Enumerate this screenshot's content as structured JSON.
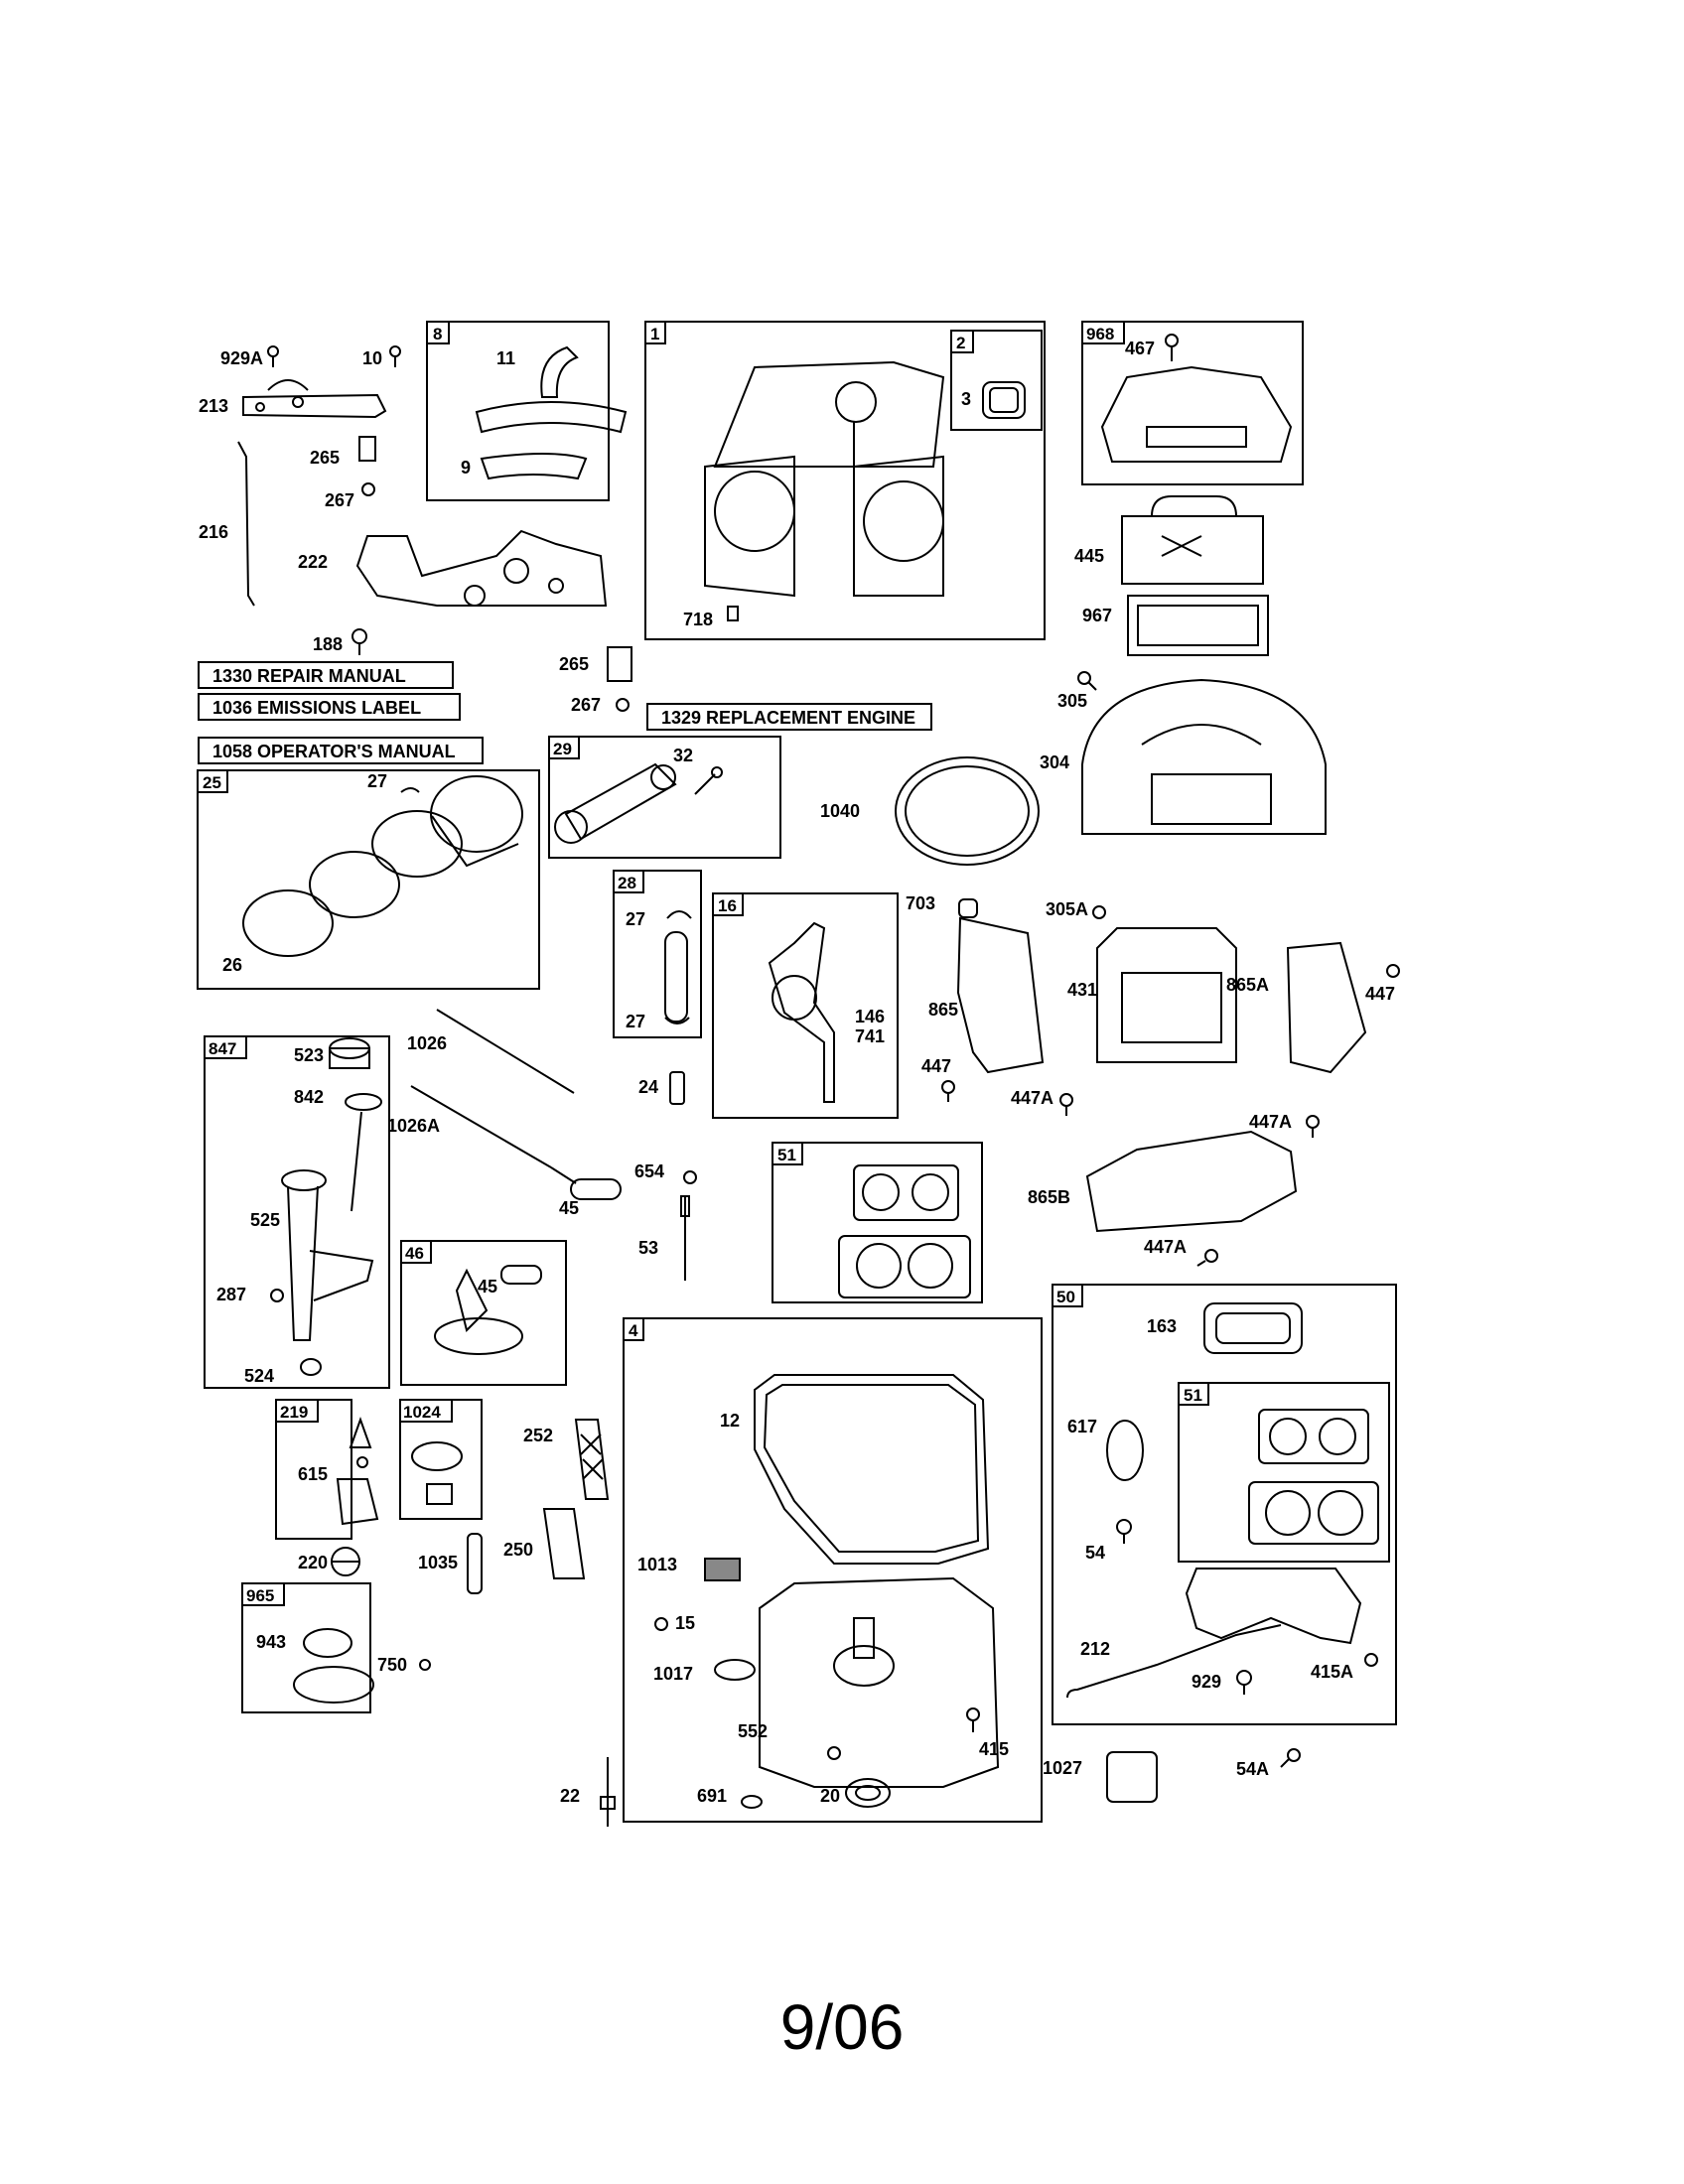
{
  "diagram": {
    "docs": {
      "repair_manual": "1330 REPAIR MANUAL",
      "emissions_label": "1036 EMISSIONS LABEL",
      "operators_manual": "1058 OPERATOR'S MANUAL",
      "replacement_engine": "1329 REPLACEMENT ENGINE"
    },
    "kits": [
      {
        "id": "k8",
        "num": "8"
      },
      {
        "id": "k1",
        "num": "1"
      },
      {
        "id": "k2",
        "num": "2"
      },
      {
        "id": "k968",
        "num": "968"
      },
      {
        "id": "k29",
        "num": "29"
      },
      {
        "id": "k25",
        "num": "25"
      },
      {
        "id": "k28",
        "num": "28"
      },
      {
        "id": "k16",
        "num": "16"
      },
      {
        "id": "k847",
        "num": "847"
      },
      {
        "id": "k51a",
        "num": "51"
      },
      {
        "id": "k46",
        "num": "46"
      },
      {
        "id": "k4",
        "num": "4"
      },
      {
        "id": "k50",
        "num": "50"
      },
      {
        "id": "k51b",
        "num": "51"
      },
      {
        "id": "k219",
        "num": "219"
      },
      {
        "id": "k1024",
        "num": "1024"
      },
      {
        "id": "k965",
        "num": "965"
      }
    ],
    "callouts": [
      {
        "id": "c929A",
        "text": "929A"
      },
      {
        "id": "c10",
        "text": "10"
      },
      {
        "id": "c213",
        "text": "213"
      },
      {
        "id": "c265a",
        "text": "265"
      },
      {
        "id": "c267a",
        "text": "267"
      },
      {
        "id": "c216",
        "text": "216"
      },
      {
        "id": "c222",
        "text": "222"
      },
      {
        "id": "c188",
        "text": "188"
      },
      {
        "id": "c11",
        "text": "11"
      },
      {
        "id": "c9",
        "text": "9"
      },
      {
        "id": "c3",
        "text": "3"
      },
      {
        "id": "c718",
        "text": "718"
      },
      {
        "id": "c467",
        "text": "467"
      },
      {
        "id": "c445",
        "text": "445"
      },
      {
        "id": "c967",
        "text": "967"
      },
      {
        "id": "c305",
        "text": "305"
      },
      {
        "id": "c304",
        "text": "304"
      },
      {
        "id": "c265b",
        "text": "265"
      },
      {
        "id": "c267b",
        "text": "267"
      },
      {
        "id": "c32",
        "text": "32"
      },
      {
        "id": "c1040",
        "text": "1040"
      },
      {
        "id": "c27a",
        "text": "27"
      },
      {
        "id": "c26",
        "text": "26"
      },
      {
        "id": "c27b",
        "text": "27"
      },
      {
        "id": "c27c",
        "text": "27"
      },
      {
        "id": "c703",
        "text": "703"
      },
      {
        "id": "c305A",
        "text": "305A"
      },
      {
        "id": "c865",
        "text": "865"
      },
      {
        "id": "c431",
        "text": "431"
      },
      {
        "id": "c865A",
        "text": "865A"
      },
      {
        "id": "c447a",
        "text": "447"
      },
      {
        "id": "c146",
        "text": "146"
      },
      {
        "id": "c741",
        "text": "741"
      },
      {
        "id": "c447b",
        "text": "447"
      },
      {
        "id": "c447Aa",
        "text": "447A"
      },
      {
        "id": "c1026",
        "text": "1026"
      },
      {
        "id": "c1026A",
        "text": "1026A"
      },
      {
        "id": "c24",
        "text": "24"
      },
      {
        "id": "c447Ab",
        "text": "447A"
      },
      {
        "id": "c523",
        "text": "523"
      },
      {
        "id": "c842",
        "text": "842"
      },
      {
        "id": "c654",
        "text": "654"
      },
      {
        "id": "c45a",
        "text": "45"
      },
      {
        "id": "c525",
        "text": "525"
      },
      {
        "id": "c865B",
        "text": "865B"
      },
      {
        "id": "c53",
        "text": "53"
      },
      {
        "id": "c447Ac",
        "text": "447A"
      },
      {
        "id": "c287",
        "text": "287"
      },
      {
        "id": "c45b",
        "text": "45"
      },
      {
        "id": "c524",
        "text": "524"
      },
      {
        "id": "c163",
        "text": "163"
      },
      {
        "id": "c12",
        "text": "12"
      },
      {
        "id": "c252",
        "text": "252"
      },
      {
        "id": "c617",
        "text": "617"
      },
      {
        "id": "c615",
        "text": "615"
      },
      {
        "id": "c220",
        "text": "220"
      },
      {
        "id": "c1035",
        "text": "1035"
      },
      {
        "id": "c250",
        "text": "250"
      },
      {
        "id": "c1013",
        "text": "1013"
      },
      {
        "id": "c54",
        "text": "54"
      },
      {
        "id": "c15",
        "text": "15"
      },
      {
        "id": "c943",
        "text": "943"
      },
      {
        "id": "c750",
        "text": "750"
      },
      {
        "id": "c1017",
        "text": "1017"
      },
      {
        "id": "c212",
        "text": "212"
      },
      {
        "id": "c929",
        "text": "929"
      },
      {
        "id": "c415A",
        "text": "415A"
      },
      {
        "id": "c552",
        "text": "552"
      },
      {
        "id": "c415",
        "text": "415"
      },
      {
        "id": "c22",
        "text": "22"
      },
      {
        "id": "c691",
        "text": "691"
      },
      {
        "id": "c20",
        "text": "20"
      },
      {
        "id": "c1027",
        "text": "1027"
      },
      {
        "id": "c54A",
        "text": "54A"
      }
    ],
    "date_code": "9/06"
  }
}
